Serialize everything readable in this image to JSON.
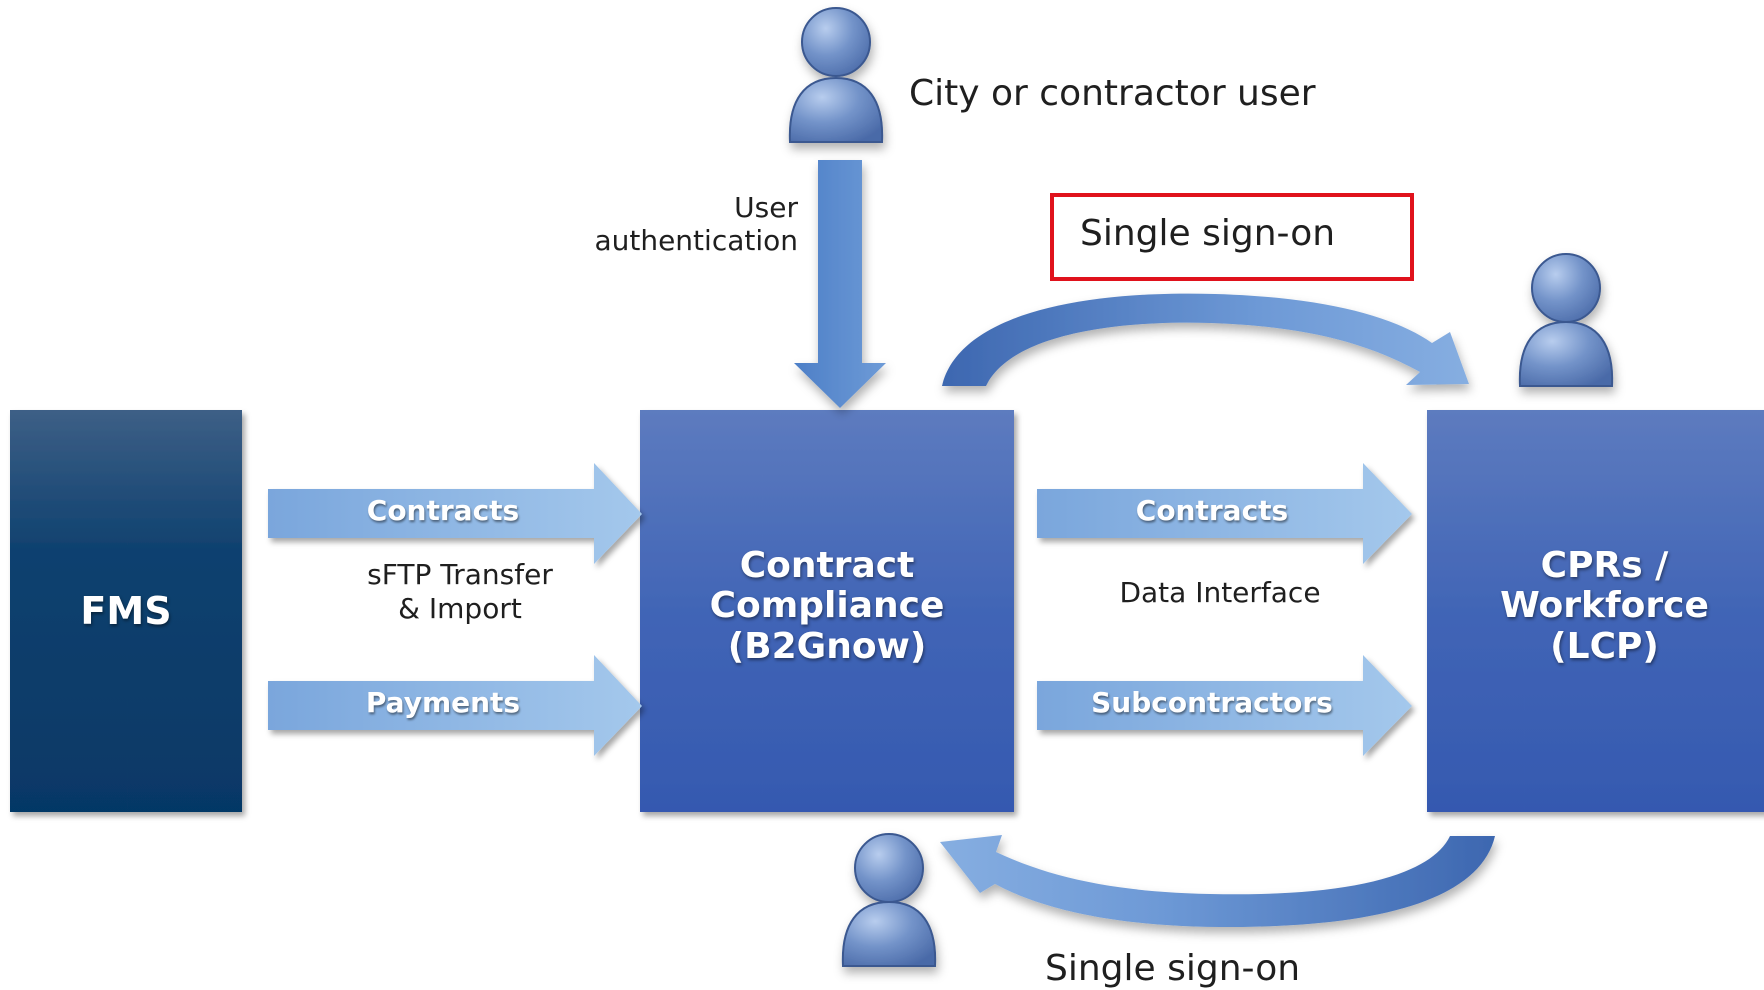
{
  "top_user": {
    "label": "City or contractor user",
    "icon": "user-icon"
  },
  "user_authentication": {
    "line1": "User",
    "line2": "authentication"
  },
  "sso_top": {
    "label": "Single sign-on",
    "highlight_color": "#e0121c"
  },
  "sso_bottom": {
    "label": "Single sign-on"
  },
  "fms": {
    "label": "FMS"
  },
  "contract_compliance": {
    "line1": "Contract",
    "line2": "Compliance",
    "line3": "(B2Gnow)"
  },
  "cprs": {
    "line1": "CPRs /",
    "line2": "Workforce",
    "line3": "(LCP)"
  },
  "left_flows": {
    "contracts": "Contracts",
    "payments": "Payments",
    "method_line1": "sFTP Transfer",
    "method_line2": "& Import"
  },
  "right_flows": {
    "contracts": "Contracts",
    "subcontractors": "Subcontractors",
    "method": "Data Interface"
  },
  "colors": {
    "fms_top": "#3d5f86",
    "fms_bottom": "#063866",
    "box_top": "#5d7bbf",
    "box_bottom": "#3559b0",
    "arrow_light": "#9dc4ea",
    "arrow_dark": "#6b98d4",
    "user_icon": "#7393c9"
  }
}
